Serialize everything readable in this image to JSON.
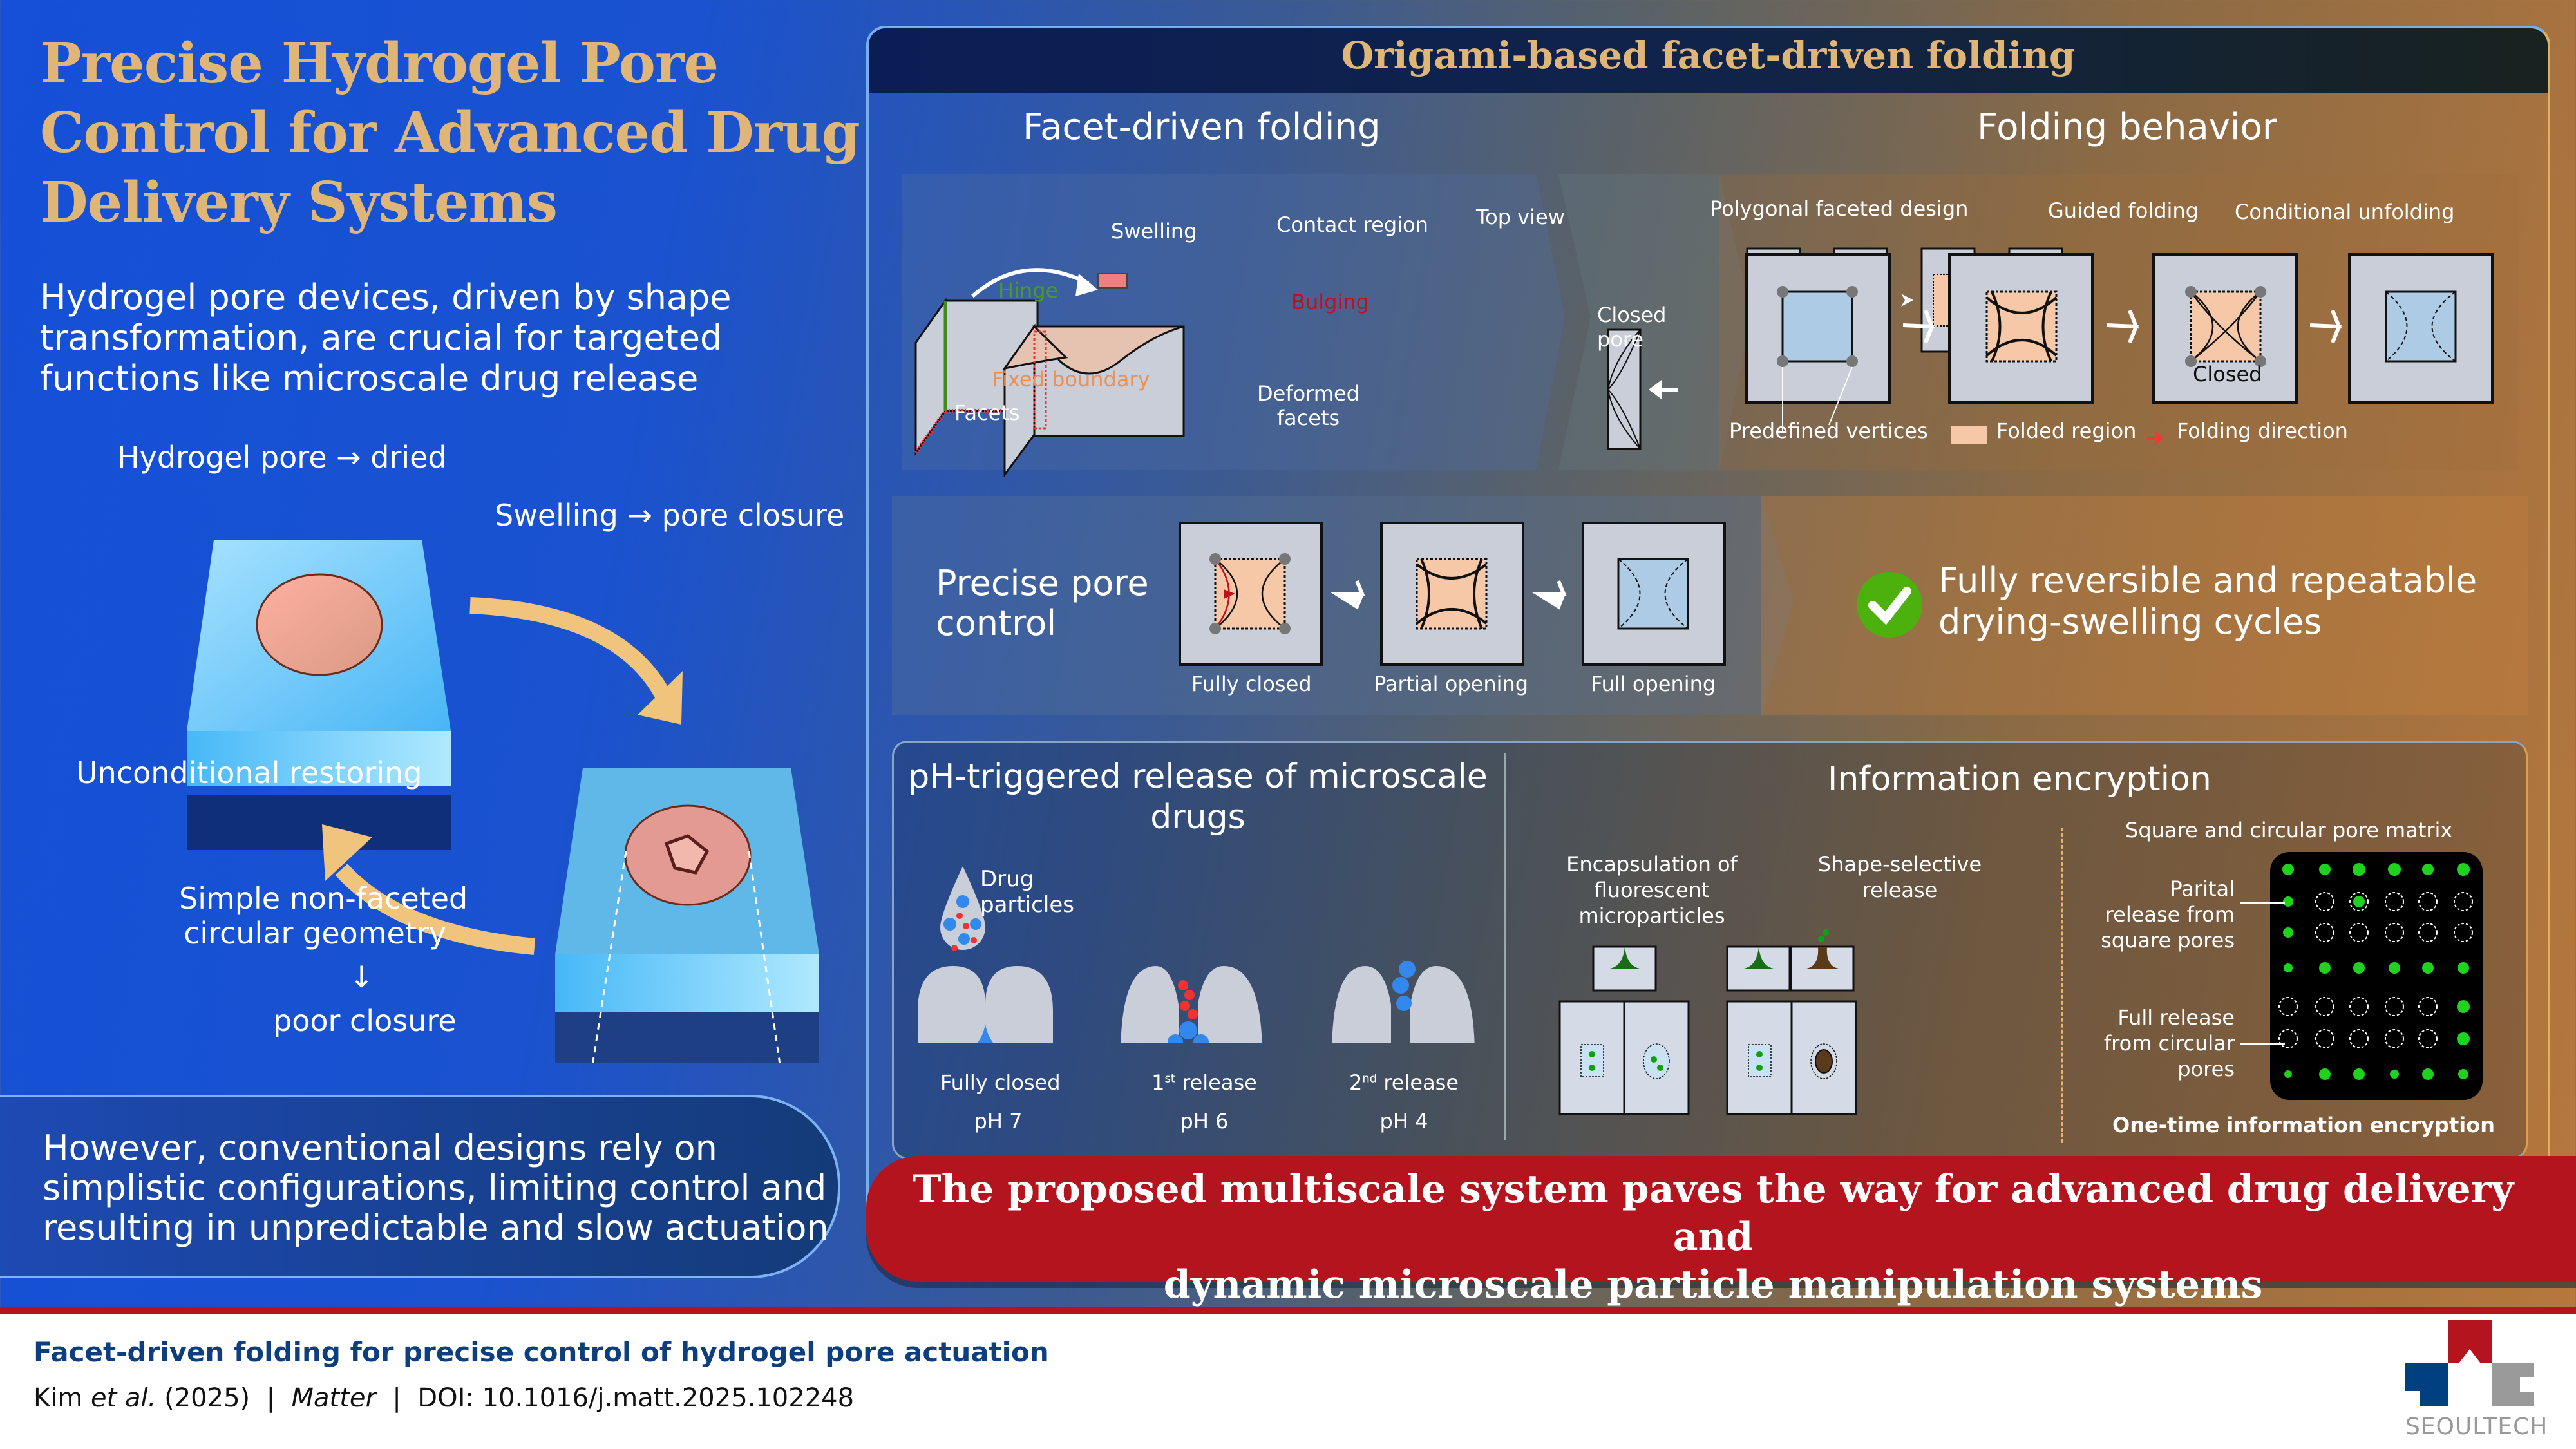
{
  "title": "Precise Hydrogel Pore Control for Advanced Drug Delivery Systems",
  "title_lines": [
    "Precise Hydrogel Pore",
    "Control for Advanced Drug",
    "Delivery Systems"
  ],
  "intro": "Hydrogel pore devices, driven by shape transformation, are crucial for targeted functions like microscale drug release",
  "left_diagram": {
    "dried_label": "Hydrogel pore → dried",
    "swelling_label": "Swelling → pore closure",
    "restoring_label": "Unconditional restoring",
    "geometry_label_1": "Simple non-faceted",
    "geometry_label_2": "circular geometry",
    "down_arrow": "↓",
    "closure_label": "poor closure"
  },
  "conventional": "However, conventional designs rely on simplistic configurations, limiting control and resulting in unpredictable and slow actuation",
  "origami": {
    "title": "Origami-based facet-driven folding",
    "facet_section": {
      "heading": "Facet-driven folding",
      "swelling": "Swelling",
      "contact_region": "Contact region",
      "hinge": "Hinge",
      "fixed_boundary": "Fixed boundary",
      "facets": "Facets",
      "bulging": "Bulging",
      "deformed_facets_1": "Deformed",
      "deformed_facets_2": "facets",
      "top_view": "Top view",
      "closed_pore_1": "Closed",
      "closed_pore_2": "pore"
    },
    "folding_behavior": {
      "heading": "Folding behavior",
      "steps": [
        "Polygonal faceted design",
        "Guided folding",
        "Conditional unfolding"
      ],
      "closed_tag": "Closed",
      "legend": [
        "Predefined vertices",
        "Folded region",
        "Folding direction"
      ]
    },
    "pore_control": {
      "heading_1": "Precise pore",
      "heading_2": "control",
      "states": [
        "Fully closed",
        "Partial opening",
        "Full opening"
      ],
      "reversible_1": "Fully reversible and repeatable",
      "reversible_2": "drying-swelling cycles"
    }
  },
  "ph_release": {
    "heading_1": "pH-triggered release of microscale",
    "heading_2": "drugs",
    "drug_label_1": "Drug",
    "drug_label_2": "particles",
    "stages": [
      {
        "label": "Fully closed",
        "ph": "pH 7"
      },
      {
        "label_num": "1",
        "label_sup": "st",
        "label_rest": " release",
        "ph": "pH 6"
      },
      {
        "label_num": "2",
        "label_sup": "nd",
        "label_rest": " release",
        "ph": "pH 4"
      }
    ]
  },
  "encryption": {
    "heading": "Information encryption",
    "encapsulation": [
      "Encapsulation of",
      "fluorescent",
      "microparticles"
    ],
    "shape_selective": [
      "Shape-selective",
      "release"
    ],
    "matrix_title": "Square and circular pore matrix",
    "partial_label": [
      "Parital",
      "release from",
      "square pores"
    ],
    "full_label": [
      "Full release",
      "from circular",
      "pores"
    ],
    "caption": "One-time information encryption"
  },
  "banner": [
    "The proposed multiscale system paves the way for advanced drug delivery and",
    "dynamic microscale particle manipulation systems"
  ],
  "footer": {
    "title": "Facet-driven folding for precise control of hydrogel pore actuation",
    "author": "Kim",
    "etal": "et al.",
    "year": "(2025)",
    "sep": "|",
    "journal": "Matter",
    "doi": "DOI: 10.1016/j.matt.2025.102248",
    "logo_text": "SEOULTECH"
  },
  "colors": {
    "title_gold": "#dfb578",
    "banner_red": "#b4141e",
    "footer_blue": "#0d3f80",
    "check_green": "#4db10d",
    "folded_peach": "#f6c8a8",
    "pore_blue": "#aecbe6",
    "tile_gray": "#c9ced9"
  }
}
